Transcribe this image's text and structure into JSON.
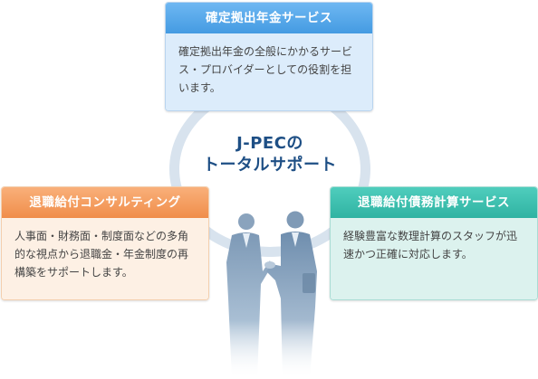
{
  "center": {
    "line1": "J-PECの",
    "line2": "トータルサポート"
  },
  "cards": {
    "top": {
      "title": "確定拠出年金サービス",
      "description": "確定拠出年金の全般にかかるサービス・プロバイダーとしての役割を担います。"
    },
    "left": {
      "title": "退職給付コンサルティング",
      "description": "人事面・財務面・制度面などの多角的な視点から退職金・年金制度の再構築をサポートします。"
    },
    "right": {
      "title": "退職給付債務計算サービス",
      "description": "経験豊富な数理計算のスタッフが迅速かつ正確に対応します。"
    }
  },
  "illustration": {
    "icon": "handshake-businessmen-icon"
  },
  "colors": {
    "top_accent": "#449be2",
    "left_accent": "#f08d4a",
    "right_accent": "#2fb3a2",
    "title_text": "#1e4f85",
    "ring": "#d8e3ee"
  }
}
